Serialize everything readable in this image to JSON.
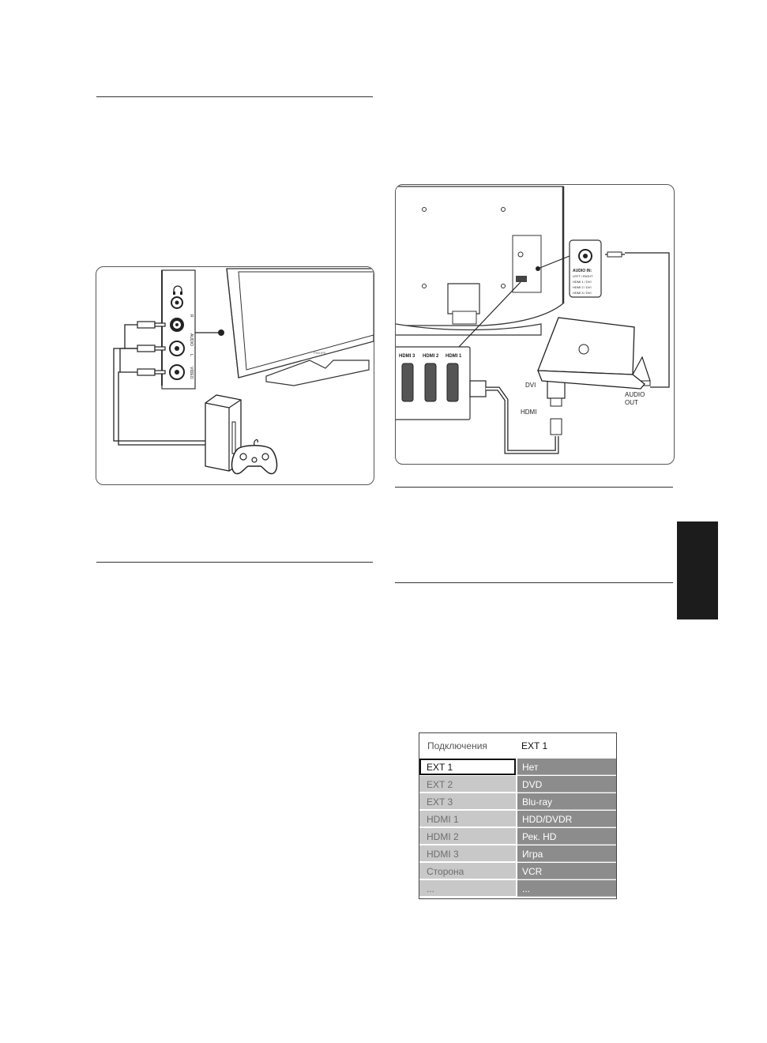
{
  "diagram_left": {
    "panel_labels": {
      "audio": "AUDIO",
      "r": "R",
      "l": "L",
      "video": "VIDEO"
    },
    "tv_brand": "PHILIPS"
  },
  "diagram_right": {
    "hdmi_ports": [
      "HDMI 3",
      "HDMI 2",
      "HDMI 1"
    ],
    "audio_in_title": "AUDIO IN:",
    "audio_in_lines": [
      "LEFT / RIGHT",
      "HDMI 1 / DVI",
      "HDMI 2 / DVI",
      "HDMI 3 / DVI"
    ],
    "dvi_label": "DVI",
    "hdmi_label": "HDMI",
    "audio_out_label_1": "AUDIO",
    "audio_out_label_2": "OUT"
  },
  "menu": {
    "header_left": "Подключения",
    "header_right": "EXT 1",
    "rows": [
      {
        "left": "EXT 1",
        "right": "Нет"
      },
      {
        "left": "EXT 2",
        "right": "DVD"
      },
      {
        "left": "EXT 3",
        "right": "Blu-ray"
      },
      {
        "left": "HDMI 1",
        "right": "HDD/DVDR"
      },
      {
        "left": "HDMI 2",
        "right": "Рек. HD"
      },
      {
        "left": "HDMI 3",
        "right": "Игра"
      },
      {
        "left": "Сторона",
        "right": "VCR"
      },
      {
        "left": "...",
        "right": "..."
      }
    ]
  }
}
